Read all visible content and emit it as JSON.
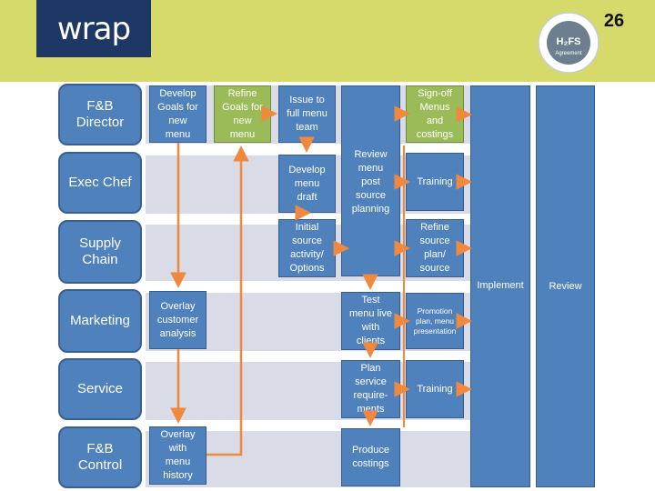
{
  "header": {
    "logo_text": "wrap",
    "badge_title": "H₂FS",
    "badge_subtitle": "Agreement",
    "page_number": "26"
  },
  "lanes": [
    {
      "label": "F&B\nDirector"
    },
    {
      "label": "Exec Chef"
    },
    {
      "label": "Supply\nChain"
    },
    {
      "label": "Marketing"
    },
    {
      "label": "Service"
    },
    {
      "label": "F&B\nControl"
    }
  ],
  "steps": {
    "develop_goals": "Develop\nGoals for\nnew\nmenu",
    "refine_goals": "Refine\nGoals for\nnew\nmenu",
    "issue_menu": "Issue to\nfull menu\nteam",
    "develop_draft": "Develop\nmenu\ndraft",
    "initial_source": "Initial\nsource\nactivity/\nOptions",
    "review_menu": "Review\nmenu\npost\nsource\nplanning",
    "signoff": "Sign-off\nMenus\nand\ncostings",
    "training_chef": "Training",
    "refine_source": "Refine\nsource\nplan/\nsource",
    "overlay_customer": "Overlay\ncustomer\nanalysis",
    "test_menu": "Test\nmenu live\nwith\nclients",
    "promotion": "Promotion\nplan, menu\npresentation",
    "plan_service": "Plan\nservice\nrequire-\nments",
    "training_service": "Training",
    "overlay_history": "Overlay\nwith\nmenu\nhistory",
    "produce_costings": "Produce\ncostings",
    "implement": "Implement",
    "review": "Review"
  },
  "colors": {
    "header_bg": "#d5da6b",
    "logo_bg": "#1f3764",
    "box_blue": "#4f81bd",
    "box_green": "#9bbb59",
    "lane_band": "#d9dbe6",
    "arrow": "#f0883e"
  }
}
